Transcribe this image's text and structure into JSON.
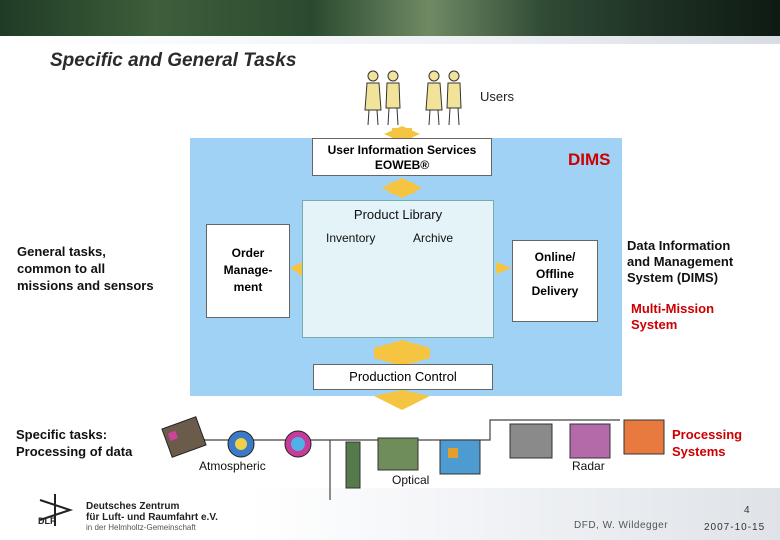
{
  "title": "Specific and General Tasks",
  "users_label": "Users",
  "dims": {
    "label": "DIMS",
    "user_info_services": [
      "User Information Services",
      "EOWEB®"
    ],
    "product_library": "Product Library",
    "inventory": "Inventory",
    "archive": "Archive",
    "order_management": [
      "Order",
      "Manage-",
      "ment"
    ],
    "online_delivery": [
      "Online/",
      "Offline",
      "Delivery"
    ],
    "production_control": "Production Control"
  },
  "general_tasks": [
    "General tasks,",
    "common to all",
    "missions and sensors"
  ],
  "dims_description": [
    "Data Information",
    "and Management",
    "System (DIMS)"
  ],
  "multi_mission": [
    "Multi-Mission",
    "System"
  ],
  "specific_tasks": [
    "Specific tasks:",
    "Processing of data"
  ],
  "processing_systems": [
    "Processing",
    "Systems"
  ],
  "atmospheric": "Atmospheric",
  "optical": "Optical",
  "radar": "Radar",
  "footer": {
    "org_line1": "Deutsches Zentrum",
    "org_line2": "für Luft- und Raumfahrt e.V.",
    "org_line3": "in der Helmholtz-Gemeinschaft",
    "logo_text": "DLR",
    "author": "DFD, W. Wildegger",
    "page": "4",
    "date": "2007-10-15"
  },
  "colors": {
    "dims_bg": "#9fd2f5",
    "arrow": "#f5c542",
    "accent_red": "#cc0000"
  }
}
